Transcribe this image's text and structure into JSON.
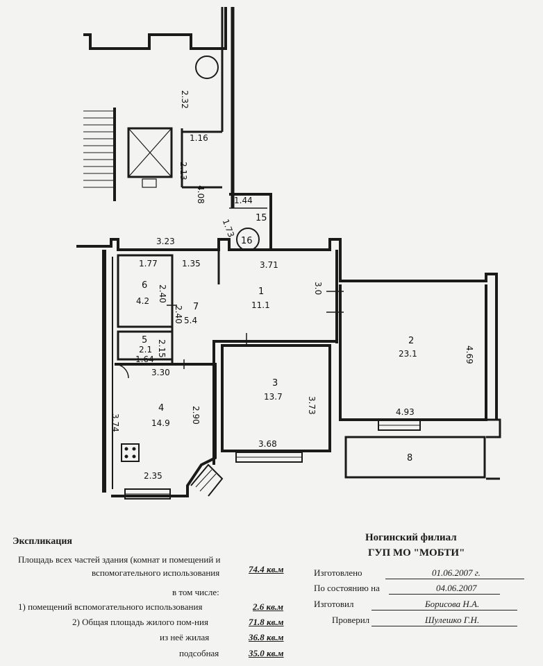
{
  "plan": {
    "dims": {
      "d232": "2.32",
      "d116": "1.16",
      "d213": "2.13",
      "d408": "4.08",
      "d144": "1.44",
      "d173": "1.73",
      "d323": "3.23",
      "d177": "1.77",
      "d135": "1.35",
      "d371": "3.71",
      "d30": "3.0",
      "d240": "2.40",
      "d240b": "2.40",
      "d215": "2.15",
      "d164": "1.64",
      "d330": "3.30",
      "d374": "3.74",
      "d290": "2.90",
      "d373": "3.73",
      "d368": "3.68",
      "d235": "2.35",
      "d493": "4.93",
      "d469": "4.69"
    },
    "rooms": [
      {
        "num": "1",
        "area": "11.1"
      },
      {
        "num": "2",
        "area": "23.1"
      },
      {
        "num": "3",
        "area": "13.7"
      },
      {
        "num": "4",
        "area": "14.9"
      },
      {
        "num": "5",
        "area": "2.1"
      },
      {
        "num": "6",
        "area": "4.2"
      },
      {
        "num": "7",
        "area": "5.4"
      },
      {
        "num": "8"
      },
      {
        "num": "15"
      },
      {
        "num": "16"
      }
    ]
  },
  "explication": {
    "title": "Экспликация",
    "line1": "Площадь всех частей здания (комнат и помещений и",
    "line2": "вспомогательного использования",
    "total": "74.4 кв.м",
    "incl": "в том числе:",
    "aux_label": "1) помещений вспомогательного использования",
    "aux_value": "2.6 кв.м",
    "total_living_label": "2) Общая площадь жилого пом-ния",
    "total_living_value": "71.8 кв.м",
    "living_label": "из неё жилая",
    "living_value": "36.8 кв.м",
    "utility_label": "подсобная",
    "utility_value": "35.0 кв.м"
  },
  "bti": {
    "org1": "Ногинский филиал",
    "org2": "ГУП МО \"МОБТИ\"",
    "made_label": "Изготовлено",
    "made_value": "01.06.2007 г.",
    "state_label": "По состоянию на",
    "state_value": "04.06.2007",
    "maker_label": "Изготовил",
    "maker_value": "Борисова Н.А.",
    "checker_label": "Проверил",
    "checker_value": "Шулешко Г.Н."
  }
}
